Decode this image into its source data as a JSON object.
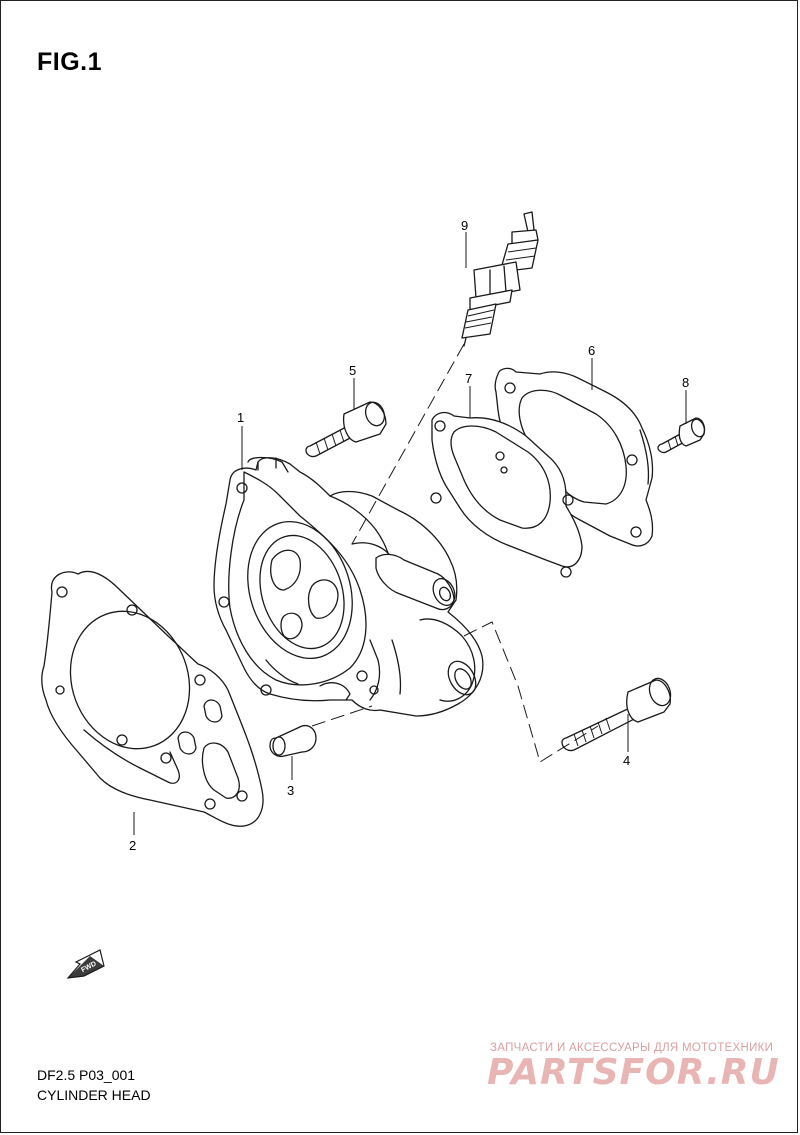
{
  "figure": {
    "title": "FIG.1"
  },
  "caption": {
    "code": "DF2.5 P03_001",
    "name": "CYLINDER HEAD"
  },
  "callouts": [
    "1",
    "2",
    "3",
    "4",
    "5",
    "6",
    "7",
    "8",
    "9"
  ],
  "direction_badge": {
    "text": "FWD"
  },
  "watermark": {
    "subtitle": "ЗАПЧАСТИ И АКСЕССУАРЫ ДЛЯ МОТОТЕХНИКИ",
    "logo": "PARTSFOR.RU"
  }
}
